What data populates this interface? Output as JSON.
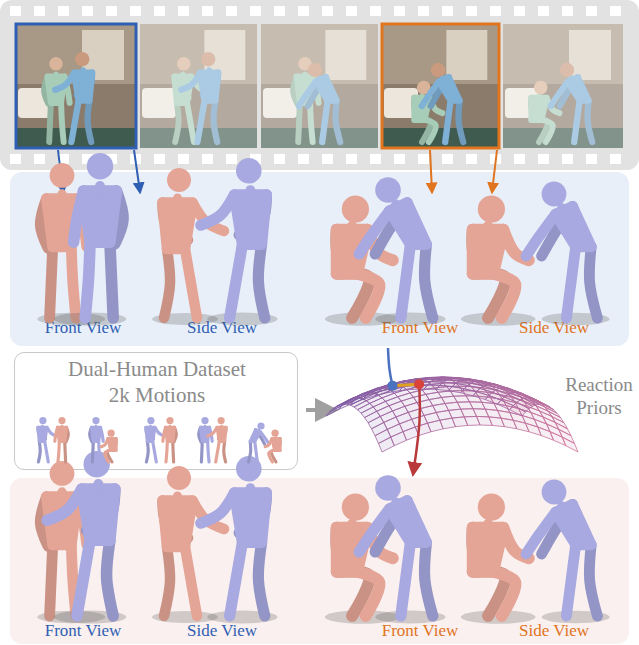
{
  "diagram": {
    "nodes": [
      {
        "text": [
          "Front View",
          "Side View",
          "Front View",
          "Side View"
        ]
      },
      {
        "text": [
          "Dual-Human Dataset",
          "2k Motions"
        ]
      },
      {
        "text": [
          "Front View",
          "Side View",
          "Front View",
          "Side View"
        ]
      }
    ],
    "labels": [
      "Reaction Priors"
    ]
  }
}
